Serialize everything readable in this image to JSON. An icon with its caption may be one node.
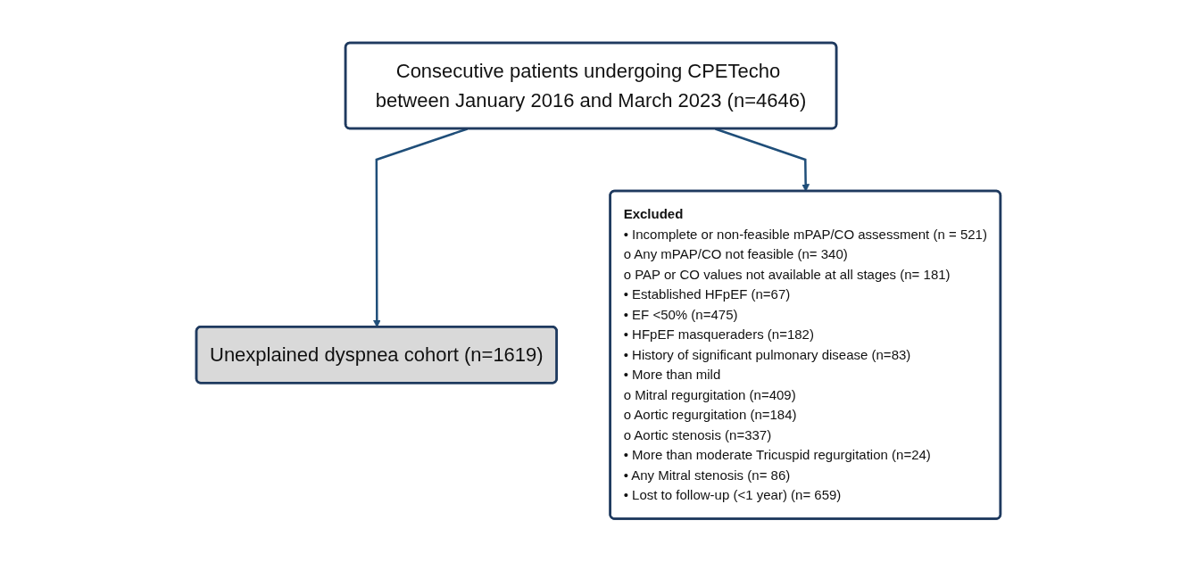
{
  "diagram": {
    "nodes": [
      {
        "text": [
          "Consecutive patients undergoing CPETecho between January 2016 and March 2023 (n=4646)"
        ]
      },
      {
        "text": [
          "Excluded",
          "• Incomplete or non-feasible mPAP/CO assessment (n = 521)",
          "o Any mPAP/CO not feasible (n= 340)",
          "o PAP or CO values not available at all stages (n= 181)",
          "• Established HFpEF (n=67)",
          "• EF <50% (n=475)",
          "• HFpEF masqueraders (n=182)",
          "• History of significant pulmonary disease (n=83)",
          "• More than mild",
          "o Mitral regurgitation (n=409)",
          "o Aortic regurgitation (n=184)",
          "o Aortic stenosis (n=337)",
          "• More than moderate Tricuspid regurgitation (n=24)",
          "• Any Mitral stenosis (n= 86)",
          "• Lost to follow-up (<1 year) (n= 659)"
        ]
      },
      {
        "text": [
          "Unexplained dyspnea cohort (n=1619)"
        ]
      }
    ],
    "edges": [
      {
        "from": 0,
        "to": 2,
        "arrow": "to"
      },
      {
        "from": 0,
        "to": 1,
        "arrow": "to"
      }
    ]
  }
}
